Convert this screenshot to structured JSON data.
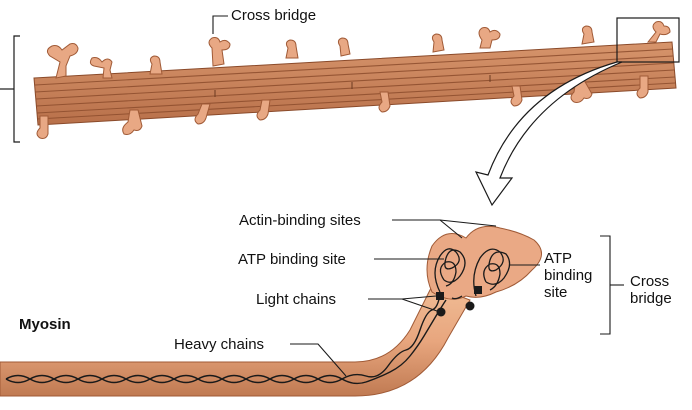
{
  "labels": {
    "cross_bridge_top": "Cross bridge",
    "actin_binding_sites": "Actin-binding sites",
    "atp_binding_site_left": "ATP binding site",
    "light_chains": "Light chains",
    "myosin": "Myosin",
    "heavy_chains": "Heavy chains",
    "atp_binding_site_right": "ATP\nbinding\nsite",
    "cross_bridge_right": "Cross\nbridge"
  },
  "colors": {
    "muscle_fill": "#e8a67e",
    "muscle_dark": "#b86a45",
    "muscle_light": "#f4c9a8",
    "line": "#1a1a1a",
    "background": "#ffffff"
  }
}
